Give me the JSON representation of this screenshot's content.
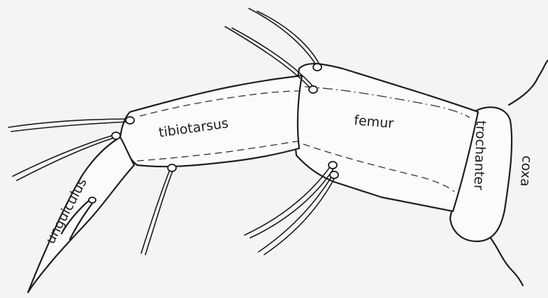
{
  "labels": {
    "tibiotarsus": "tibiotarsus",
    "femur": "femur",
    "trochanter": "trochanter",
    "coxa": "coxa",
    "unguiculus": "unguiculus"
  }
}
